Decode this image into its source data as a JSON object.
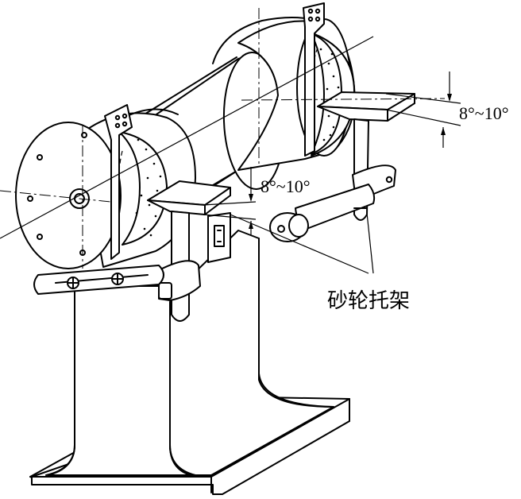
{
  "labels": {
    "angle_right": "8°~10°",
    "angle_mid": "8°~10°",
    "support": "砂轮托架"
  }
}
